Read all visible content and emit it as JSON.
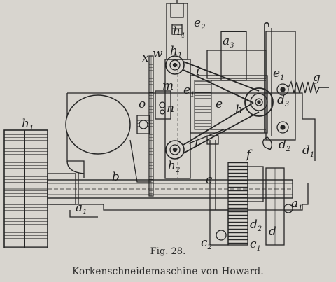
{
  "figure": {
    "number": "Fig. 28.",
    "title": "Korkenschneidemaschine von Howard."
  },
  "labels": {
    "h1_left": {
      "base": "h",
      "sub": "1"
    },
    "h4": {
      "base": "h",
      "sub": "4"
    },
    "e2": {
      "base": "e",
      "sub": "2"
    },
    "a3": {
      "base": "a",
      "sub": "3"
    },
    "x": {
      "base": "x",
      "sub": ""
    },
    "w": {
      "base": "w",
      "sub": ""
    },
    "h1_top": {
      "base": "h",
      "sub": "1"
    },
    "i_upper": {
      "base": "i",
      "sub": ""
    },
    "g": {
      "base": "g",
      "sub": ""
    },
    "e1_right": {
      "base": "e",
      "sub": "1"
    },
    "d3": {
      "base": "d",
      "sub": "3"
    },
    "m": {
      "base": "m",
      "sub": ""
    },
    "e1_mid": {
      "base": "e",
      "sub": "1"
    },
    "o": {
      "base": "o",
      "sub": ""
    },
    "n": {
      "base": "n",
      "sub": ""
    },
    "e": {
      "base": "e",
      "sub": ""
    },
    "h": {
      "base": "h",
      "sub": ""
    },
    "d2_upper": {
      "base": "d",
      "sub": "2"
    },
    "d1_right": {
      "base": "d",
      "sub": "1"
    },
    "i_lower": {
      "base": "i",
      "sub": ""
    },
    "f": {
      "base": "f",
      "sub": ""
    },
    "h2": {
      "base": "h",
      "sub": "2"
    },
    "b": {
      "base": "b",
      "sub": ""
    },
    "c": {
      "base": "c",
      "sub": ""
    },
    "a1_left": {
      "base": "a",
      "sub": "1"
    },
    "a1_right": {
      "base": "a",
      "sub": "1"
    },
    "d2_lower": {
      "base": "d",
      "sub": "2"
    },
    "d": {
      "base": "d",
      "sub": ""
    },
    "c2": {
      "base": "c",
      "sub": "2"
    },
    "c1": {
      "base": "c",
      "sub": "1"
    }
  }
}
